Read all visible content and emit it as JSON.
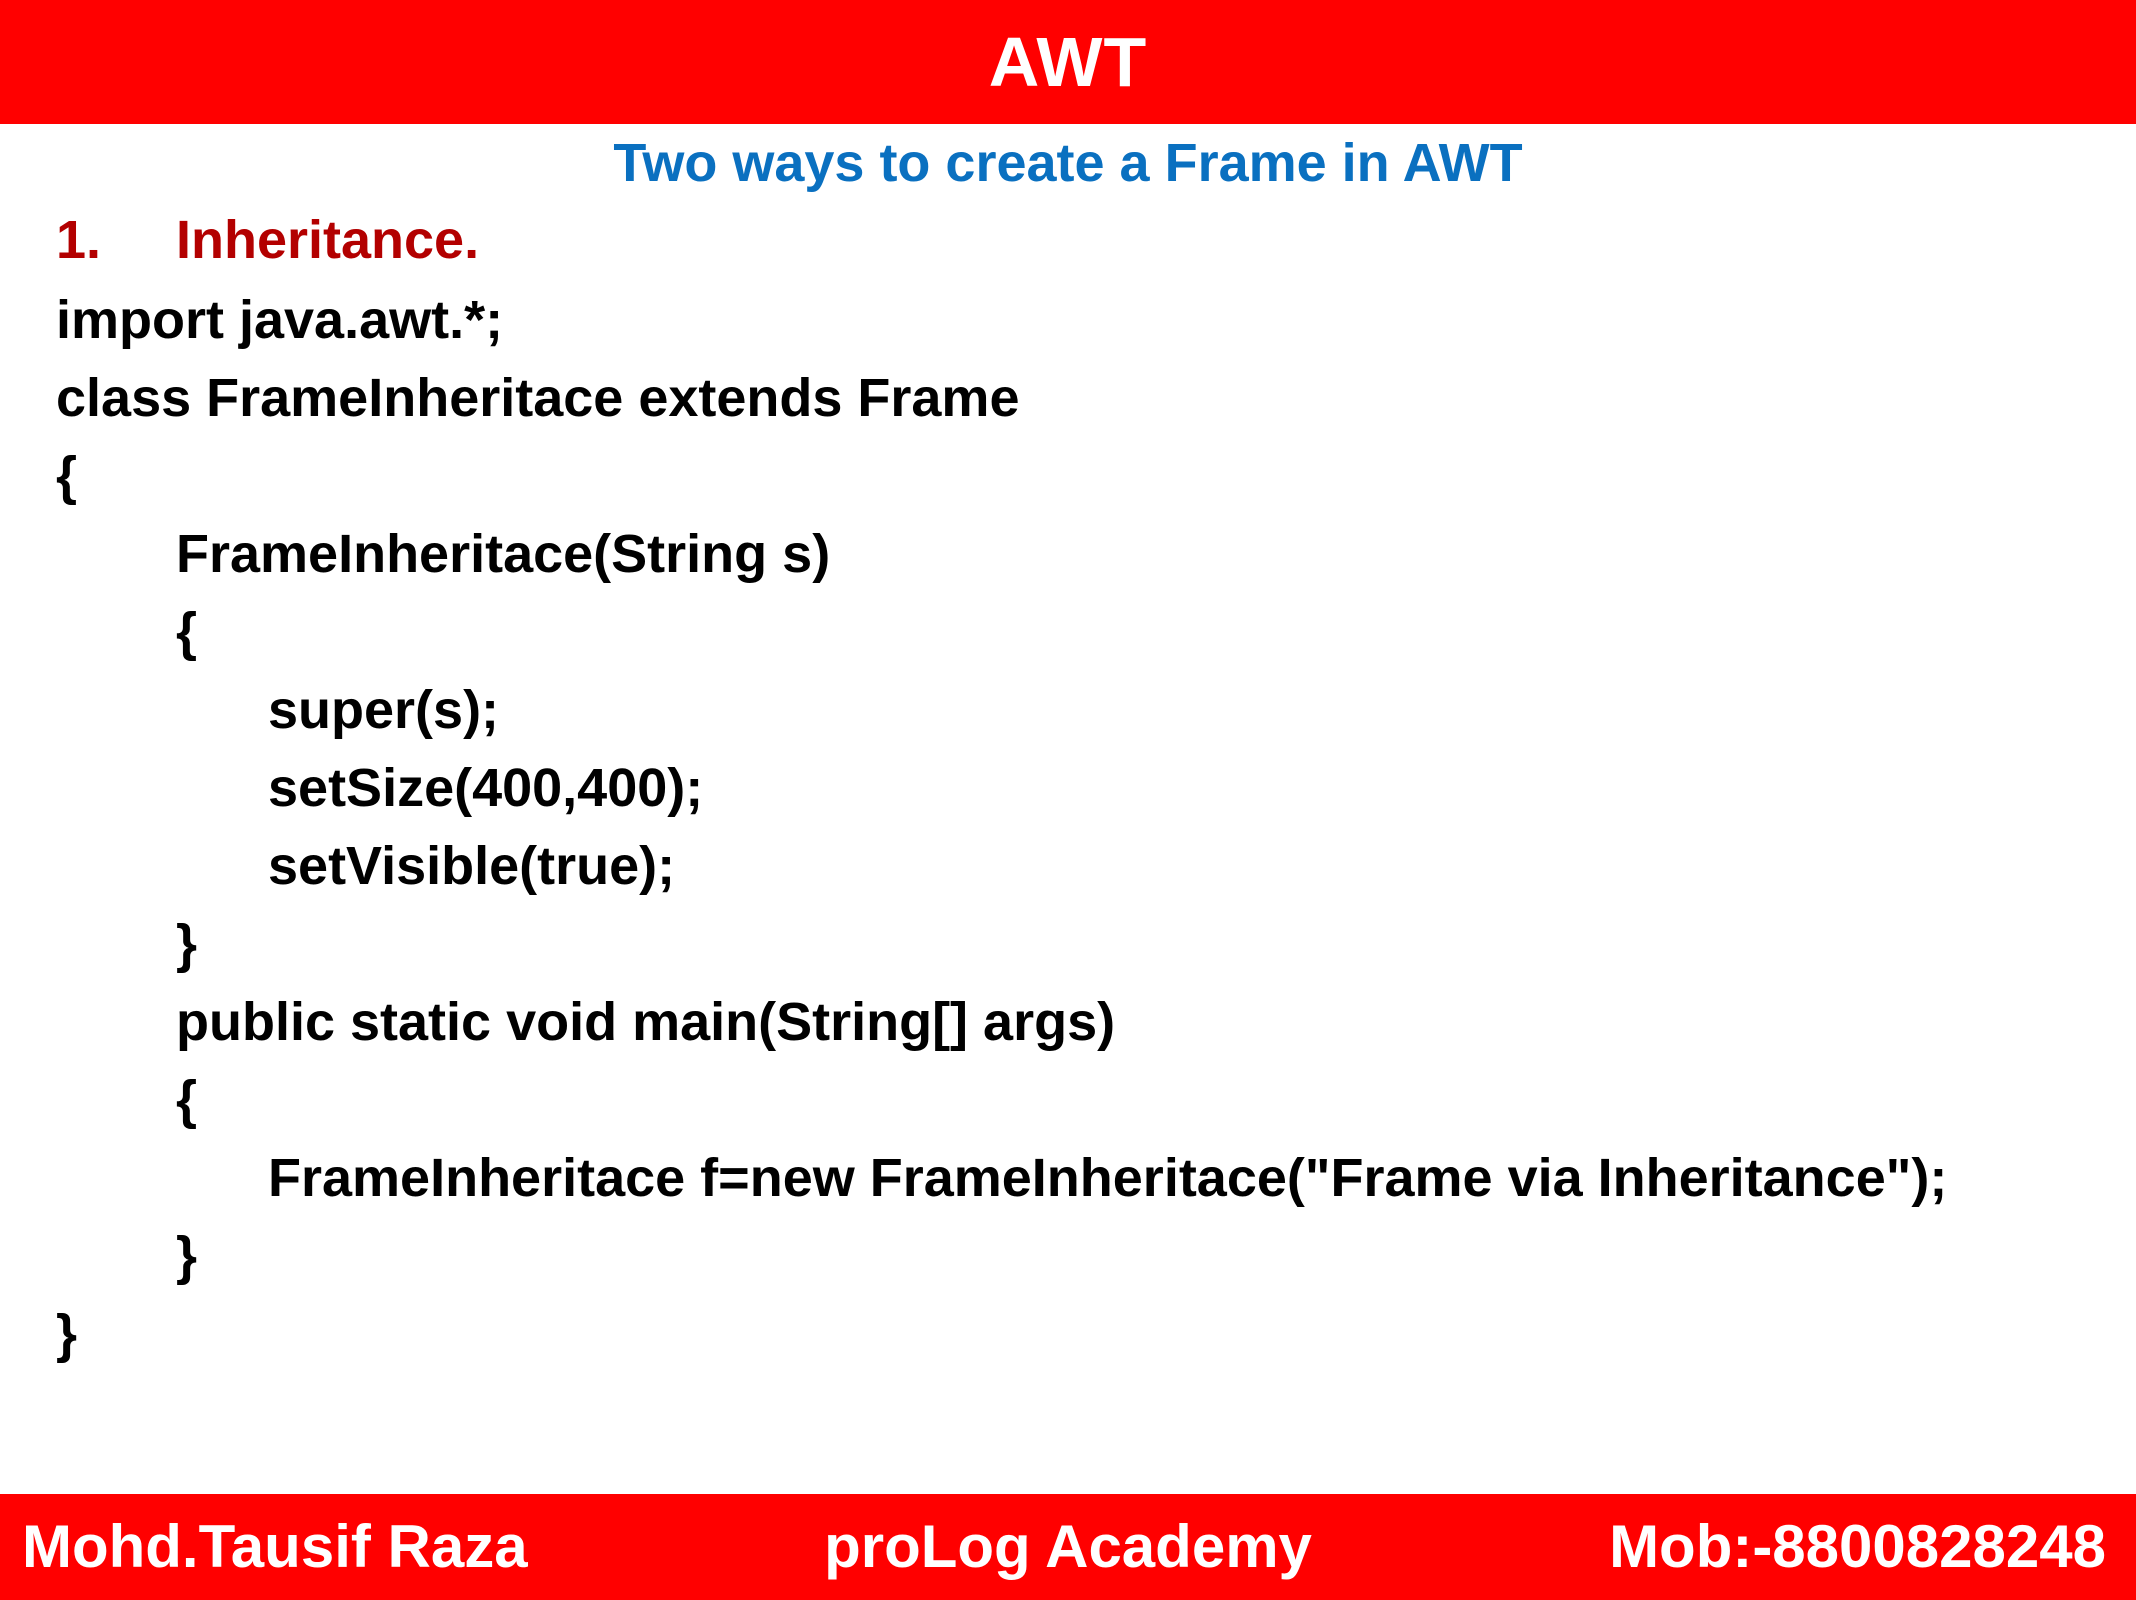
{
  "header": {
    "title": "AWT"
  },
  "subtitle": "Two ways to create a Frame in AWT",
  "section": {
    "number": "1.",
    "title": "Inheritance."
  },
  "code": {
    "lines": [
      "import java.awt.*;",
      "class FrameInheritace extends Frame",
      "{",
      "FrameInheritace(String s)",
      "{",
      "super(s);",
      "setSize(400,400);",
      "setVisible(true);",
      "}",
      "public static void main(String[] args)",
      "{",
      "FrameInheritace f=new FrameInheritace(\"Frame via Inheritance\");",
      "}",
      "}"
    ]
  },
  "footer": {
    "author": "Mohd.Tausif Raza",
    "academy": "proLog Academy",
    "mobile": "Mob:-8800828248"
  },
  "colors": {
    "bar": "#ff0000",
    "subtitle": "#0a70c0",
    "section_heading": "#b30000",
    "code_text": "#000000"
  }
}
